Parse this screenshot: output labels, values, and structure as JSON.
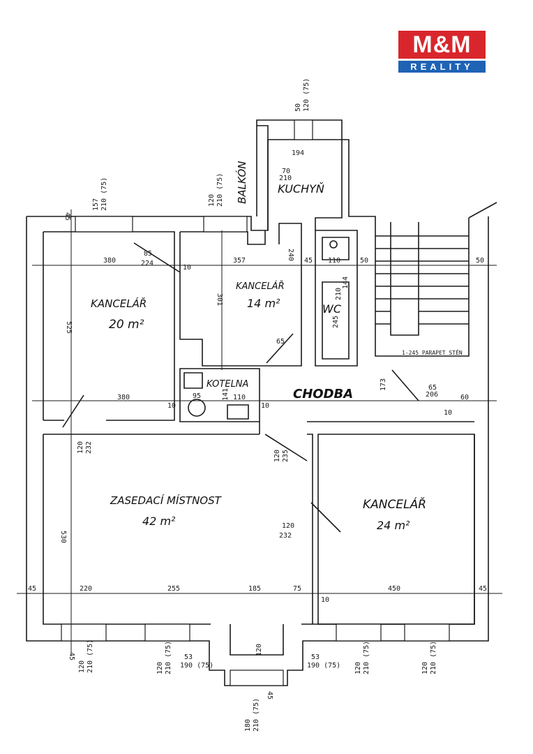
{
  "logo": {
    "top": "M&M",
    "bottom": "REALITY"
  },
  "rooms": {
    "kuchyn": "KUCHYŇ",
    "balkon": "BALKÓN",
    "office_tl_name": "KANCELÁŘ",
    "office_tl_area": "20 m²",
    "office_tm_name": "KANCELÁŘ",
    "office_tm_area": "14 m²",
    "wc": "WC",
    "kotelna": "KOTELNA",
    "chodba": "CHODBA",
    "meeting_name": "ZASEDACÍ MÍSTNOST",
    "meeting_area": "42 m²",
    "office_br_name": "KANCELÁŘ",
    "office_br_area": "24 m²",
    "parapet_note": "1-245 PARAPET STĚN"
  },
  "dimensions": {
    "d380_top": "380",
    "d357": "357",
    "d45_right": "45",
    "d110_wc": "110",
    "d50_a": "50",
    "d50_b": "50",
    "d525": "525",
    "d380_mid": "380",
    "d110_mid": "110",
    "d173": "173",
    "d60": "60",
    "d530": "530",
    "d45_left": "45",
    "d220": "220",
    "d255": "255",
    "d185": "185",
    "d75": "75",
    "d450": "450",
    "d45_br": "45",
    "d194": "194",
    "d210_k": "210",
    "d70": "70",
    "d85": "85",
    "d224": "224",
    "d10_a": "10",
    "d10_b": "10",
    "d10_c": "10",
    "d10_d": "10",
    "d10_e": "10",
    "d301": "301",
    "d65": "65",
    "d240": "240",
    "d245": "245",
    "d144": "144",
    "d210_wc": "210",
    "d50_120": "50",
    "d120_75_top": "120 (75)",
    "d157": "157",
    "d210_75_a": "210 (75)",
    "d120_a": "120",
    "d210_75_b": "210 (75)",
    "d45_top": "45",
    "d120_232_a": "120",
    "d232_a": "232",
    "d120_235": "120",
    "d235": "235",
    "d120_232_b": "120",
    "d232_b": "232",
    "d95": "95",
    "d141": "141",
    "d65_b": "65",
    "d206": "206",
    "w45": "45",
    "w120_1": "120",
    "w210_1": "210 (75)",
    "w120_2": "120",
    "w210_2": "210 (75)",
    "w53_l": "53",
    "w190_l": "190 (75)",
    "w120_c": "120",
    "w53_r": "53",
    "w190_r": "190 (75)",
    "w120_3": "120",
    "w210_3": "210 (75)",
    "w120_4": "120",
    "w210_4": "210 (75)",
    "w180": "180",
    "w210_5": "210 (75)",
    "w45_b": "45"
  }
}
